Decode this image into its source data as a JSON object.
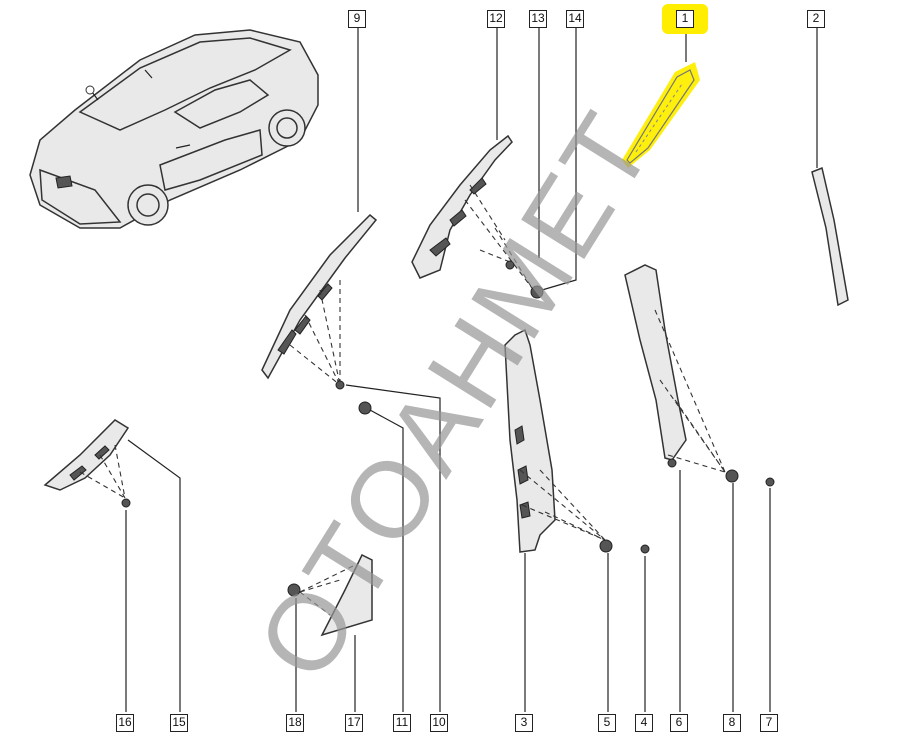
{
  "diagram": {
    "watermark": "OTOAHMET",
    "callouts": [
      {
        "id": "c1",
        "label": "1",
        "highlighted": true
      },
      {
        "id": "c2",
        "label": "2"
      },
      {
        "id": "c9",
        "label": "9"
      },
      {
        "id": "c12",
        "label": "12"
      },
      {
        "id": "c13",
        "label": "13"
      },
      {
        "id": "c14",
        "label": "14"
      },
      {
        "id": "c16",
        "label": "16"
      },
      {
        "id": "c15",
        "label": "15"
      },
      {
        "id": "c18",
        "label": "18"
      },
      {
        "id": "c17",
        "label": "17"
      },
      {
        "id": "c11",
        "label": "11"
      },
      {
        "id": "c10",
        "label": "10"
      },
      {
        "id": "c3",
        "label": "3"
      },
      {
        "id": "c5",
        "label": "5"
      },
      {
        "id": "c4",
        "label": "4"
      },
      {
        "id": "c6",
        "label": "6"
      },
      {
        "id": "c8",
        "label": "8"
      },
      {
        "id": "c7",
        "label": "7"
      }
    ],
    "colors": {
      "highlight": "#ffee00",
      "line": "#222222",
      "watermark": "#969696"
    }
  }
}
